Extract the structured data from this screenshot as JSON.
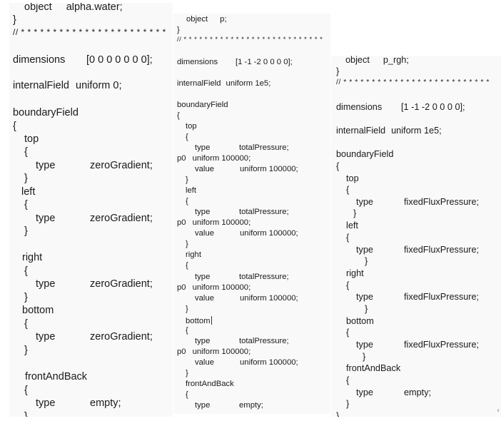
{
  "panels": [
    {
      "file": "alpha.water",
      "header_object": "object",
      "header_value": "alpha.water;",
      "close_brace": "}",
      "separator": "// * * * * * * * * * * * * * * * * * * * * * * *",
      "dimensions_key": "dimensions",
      "dimensions_value": "[0 0 0 0 0 0 0];",
      "internal_key": "internalField",
      "internal_value": "uniform 0;",
      "boundary_key": "boundaryField",
      "open_brace": "{",
      "patches": [
        {
          "name": "top",
          "type_key": "type",
          "type_value": "zeroGradient;"
        },
        {
          "name": "left",
          "type_key": "type",
          "type_value": "zeroGradient;"
        },
        {
          "name": "right",
          "type_key": "type",
          "type_value": "zeroGradient;"
        },
        {
          "name": "bottom",
          "type_key": "type",
          "type_value": "zeroGradient;"
        },
        {
          "name": "frontAndBack",
          "type_key": "type",
          "type_value": "empty;"
        }
      ]
    },
    {
      "file": "p",
      "header_object": "object",
      "header_value": "p;",
      "close_brace": "}",
      "separator": "// * * * * * * * * * * * * * * * * * * * * * * * * * * *",
      "dimensions_key": "dimensions",
      "dimensions_value": "[1 -1 -2 0 0 0 0];",
      "internal_key": "internalField",
      "internal_value": "uniform 1e5;",
      "boundary_key": "boundaryField",
      "open_brace": "{",
      "patches": [
        {
          "name": "top",
          "type_key": "type",
          "type_value": "totalPressure;",
          "p0_key": "p0",
          "p0_value": "uniform 100000;",
          "value_key": "value",
          "value_value": "uniform 100000;"
        },
        {
          "name": "left",
          "type_key": "type",
          "type_value": "totalPressure;",
          "p0_key": "p0",
          "p0_value": "uniform 100000;",
          "value_key": "value",
          "value_value": "uniform 100000;"
        },
        {
          "name": "right",
          "type_key": "type",
          "type_value": "totalPressure;",
          "p0_key": "p0",
          "p0_value": "uniform 100000;",
          "value_key": "value",
          "value_value": "uniform 100000;"
        },
        {
          "name": "bottom",
          "type_key": "type",
          "type_value": "totalPressure;",
          "p0_key": "p0",
          "p0_value": "uniform 100000;",
          "value_key": "value",
          "value_value": "uniform 100000;"
        },
        {
          "name": "frontAndBack",
          "type_key": "type",
          "type_value": "empty;"
        }
      ]
    },
    {
      "file": "p_rgh",
      "header_object": "object",
      "header_value": "p_rgh;",
      "close_brace": "}",
      "separator": "// * * * * * * * * * * * * * * * * * * * * * * * * * *",
      "dimensions_key": "dimensions",
      "dimensions_value": "[1 -1 -2 0 0 0 0];",
      "internal_key": "internalField",
      "internal_value": "uniform 1e5;",
      "boundary_key": "boundaryField",
      "open_brace": "{",
      "patches": [
        {
          "name": "top",
          "type_key": "type",
          "type_value": "fixedFluxPressure;"
        },
        {
          "name": "left",
          "type_key": "type",
          "type_value": "fixedFluxPressure;"
        },
        {
          "name": "right",
          "type_key": "type",
          "type_value": "fixedFluxPressure;"
        },
        {
          "name": "bottom",
          "type_key": "type",
          "type_value": "fixedFluxPressure;"
        },
        {
          "name": "frontAndBack",
          "type_key": "type",
          "type_value": "empty;"
        }
      ]
    }
  ],
  "braces": {
    "open": "{",
    "close": "}"
  },
  "scroll_hint_icon": "chevron-left-icon",
  "scroll_hint_glyph": "‹"
}
